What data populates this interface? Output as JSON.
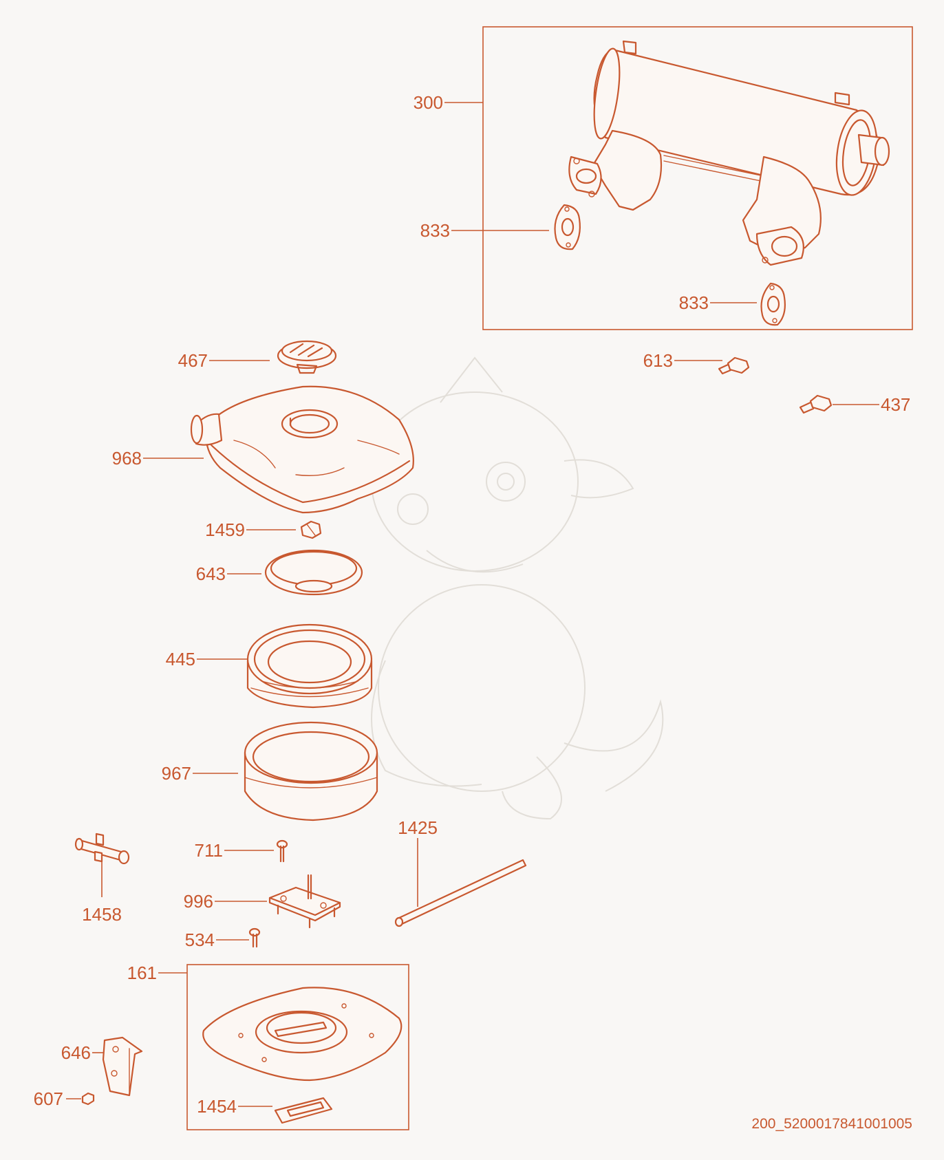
{
  "callouts": {
    "c300": "300",
    "c833a": "833",
    "c833b": "833",
    "c613": "613",
    "c437": "437",
    "c467": "467",
    "c968": "968",
    "c1459": "1459",
    "c643": "643",
    "c445": "445",
    "c967": "967",
    "c1425": "1425",
    "c711": "711",
    "c1458": "1458",
    "c996": "996",
    "c534": "534",
    "c161": "161",
    "c646": "646",
    "c607": "607",
    "c1454": "1454"
  },
  "document_id": "200_5200017841001005",
  "colors": {
    "line": "#c8582f",
    "background": "#f9f7f5",
    "watermark": "#e2ded8"
  }
}
